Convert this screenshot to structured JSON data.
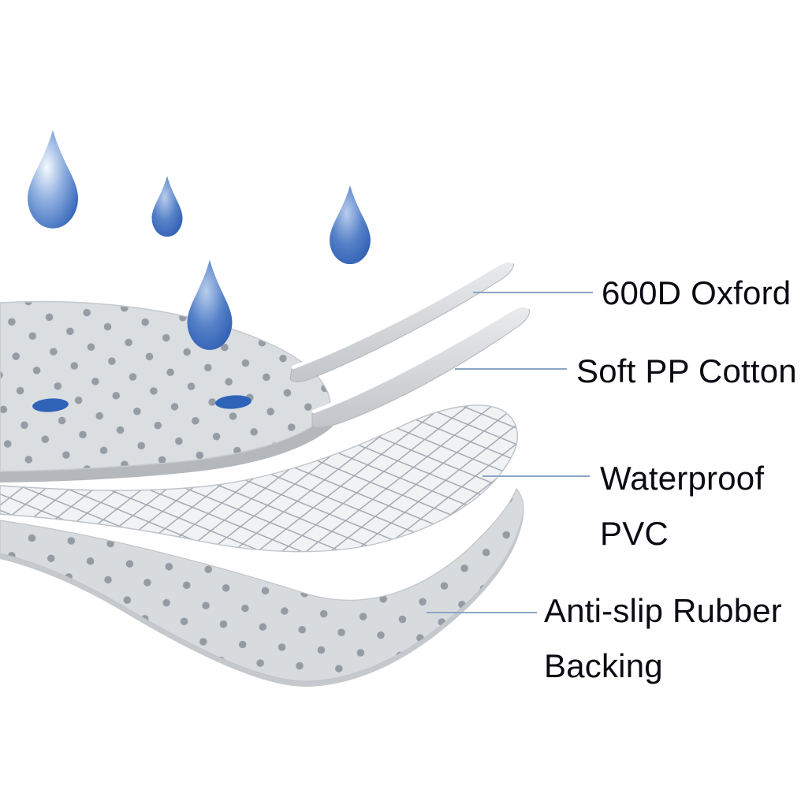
{
  "diagram": {
    "labels": {
      "oxford": "600D Oxford",
      "pp_cotton": "Soft PP Cotton",
      "pvc_line1": "Waterproof",
      "pvc_line2": "PVC",
      "rubber_line1": "Anti-slip Rubber",
      "rubber_line2": "Backing"
    },
    "colors": {
      "water_drop_blue": "#2e63b8",
      "layer_gray": "#dbdee1",
      "dot_gray": "#969ca4",
      "mesh_line": "#9fa5ad",
      "leader_line": "#8ba5c5",
      "label_text": "#0a0a12",
      "background": "#ffffff"
    }
  }
}
